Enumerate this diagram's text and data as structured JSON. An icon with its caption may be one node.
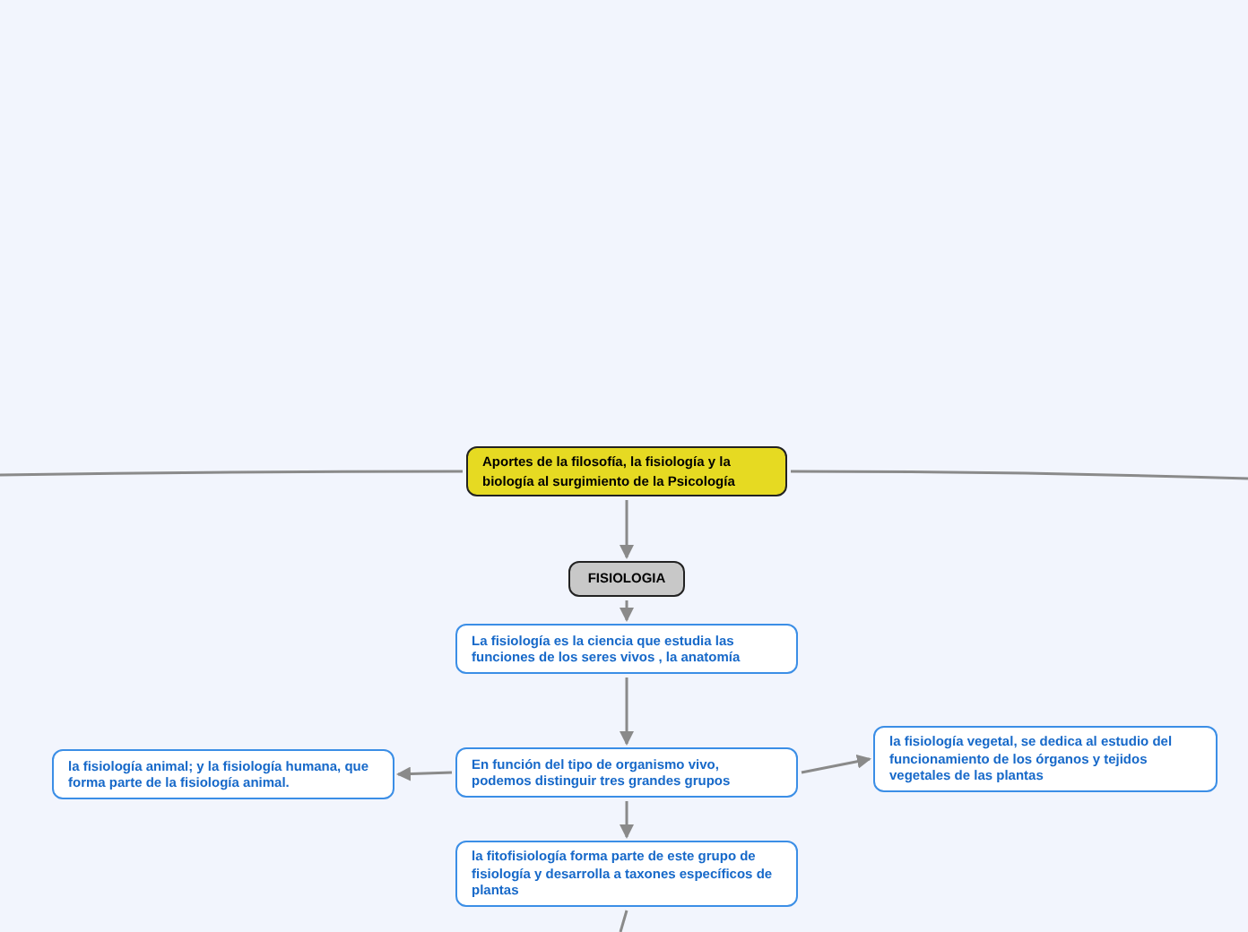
{
  "diagram": {
    "nodes": [
      {
        "text": [
          "Aportes de la filosofía, la fisiología y la biología al surgimiento de la Psicología"
        ]
      },
      {
        "text": [
          "FISIOLOGIA"
        ]
      },
      {
        "text": [
          "La fisiología es la ciencia que estudia las funciones de los seres vivos , la anatomía"
        ]
      },
      {
        "text": [
          "En función del tipo de organismo vivo, podemos distinguir tres grandes grupos"
        ]
      },
      {
        "text": [
          "la fisiología animal; y la fisiología humana, que forma parte de la fisiología animal."
        ]
      },
      {
        "text": [
          "la fisiología vegetal, se dedica al estudio del funcionamiento de los órganos y tejidos vegetales de las plantas"
        ]
      },
      {
        "text": [
          "la fitofisiología forma parte de este grupo de fisiología y desarrolla a taxones específicos de plantas"
        ]
      }
    ],
    "edges": [
      {
        "from": 0,
        "to": null,
        "arrow": "none"
      },
      {
        "from": 0,
        "to": null,
        "arrow": "none"
      },
      {
        "from": 0,
        "to": 1,
        "arrow": "to"
      },
      {
        "from": 1,
        "to": 2,
        "arrow": "to"
      },
      {
        "from": 2,
        "to": 3,
        "arrow": "to"
      },
      {
        "from": 3,
        "to": 4,
        "arrow": "to"
      },
      {
        "from": 3,
        "to": 5,
        "arrow": "to"
      },
      {
        "from": 3,
        "to": 6,
        "arrow": "to"
      },
      {
        "from": 6,
        "to": null,
        "arrow": "none"
      }
    ]
  }
}
